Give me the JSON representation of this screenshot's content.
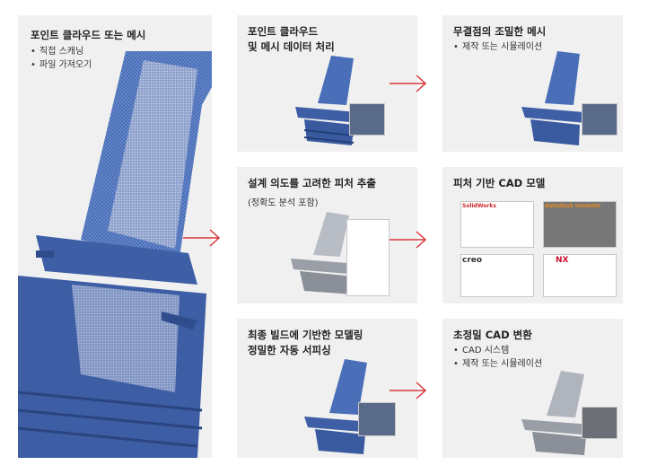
{
  "panels": {
    "source": {
      "title": "포인트 클라우드 또는 메시",
      "bullets": [
        "직접 스캐닝",
        "파일 가져오기"
      ]
    },
    "processing": {
      "title_line1": "포인트 클라우드",
      "title_line2": "및 메시 데이터 처리"
    },
    "watertight": {
      "title": "무결점의 조밀한 메시",
      "bullets": [
        "제작 또는 시뮬레이션"
      ]
    },
    "feature_extract": {
      "title": "설계 의도를 고려한 피처 추출",
      "subtitle": "(정확도 분석 포함)"
    },
    "feature_cad": {
      "title": "피처 기반 CAD 모델",
      "logos": [
        "SolidWorks",
        "Autodesk Inventor",
        "creo",
        "NX"
      ]
    },
    "auto_surface": {
      "title_line1": "최종 빌드에 기반한 모델링",
      "title_line2": "정밀한 자동 서피싱"
    },
    "cad_convert": {
      "title": "초정밀 CAD 변환",
      "bullets": [
        "CAD 시스템",
        "제작 또는 시뮬레이션"
      ]
    }
  },
  "colors": {
    "panel_bg": "#f0f0f0",
    "arrow": "#d9383a",
    "blade_blue": "#3f64b0",
    "blade_gray": "#9a9ea6",
    "solidworks_red": "#d0262b",
    "inventor_orange": "#e68a1f",
    "nx_red": "#c8102e"
  }
}
